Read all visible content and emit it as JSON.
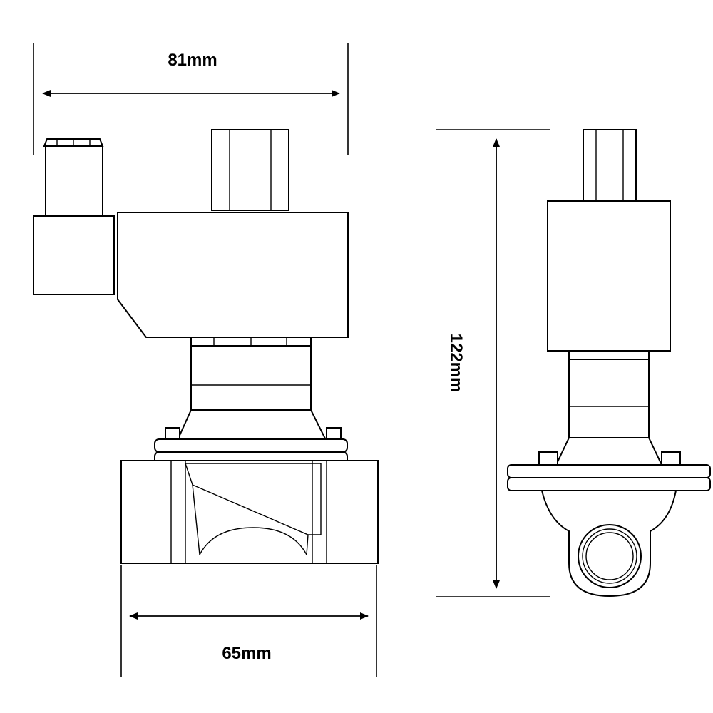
{
  "dimensions": {
    "width_top": "81mm",
    "height": "122mm",
    "width_bottom": "65mm"
  }
}
